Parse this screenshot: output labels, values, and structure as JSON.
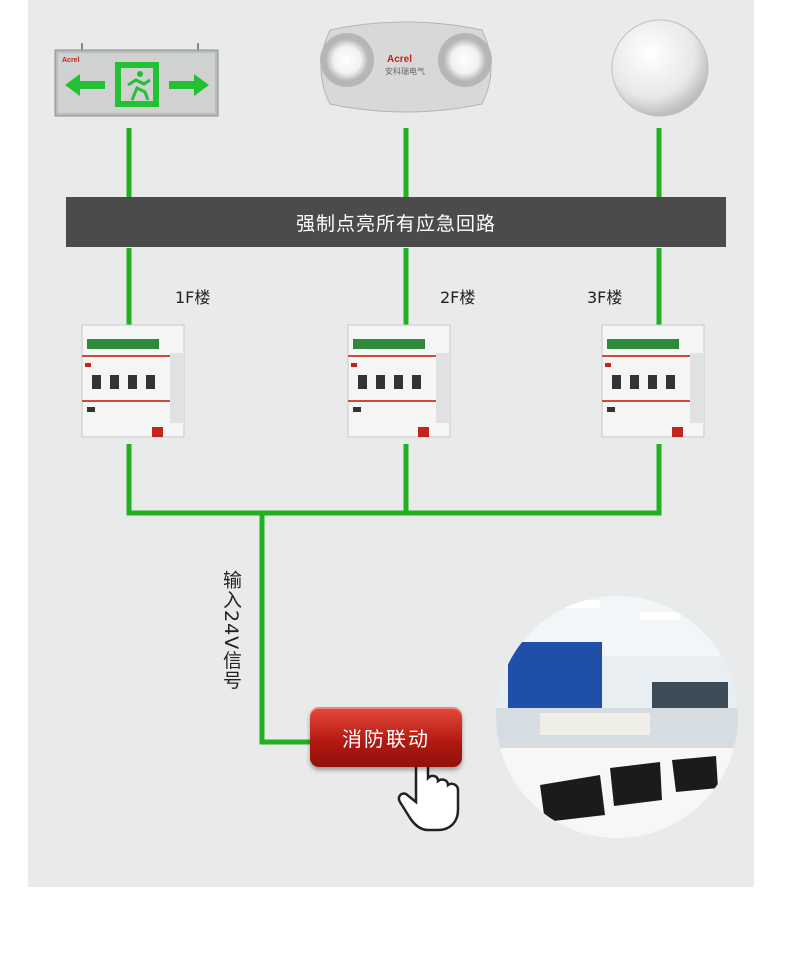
{
  "bus": {
    "label": "强制点亮所有应急回路"
  },
  "floors": [
    {
      "label": "1F楼"
    },
    {
      "label": "2F楼"
    },
    {
      "label": "3F楼"
    }
  ],
  "input_signal": {
    "label": "输入24V信号"
  },
  "fire_linkage": {
    "label": "消防联动"
  },
  "brand": {
    "name": "Acrel",
    "cn_name": "安科瑞电气"
  },
  "colors": {
    "line": "#22b023",
    "bus": "#4b4b4b",
    "button": "#c4241a",
    "panel": "#e9ebea"
  }
}
